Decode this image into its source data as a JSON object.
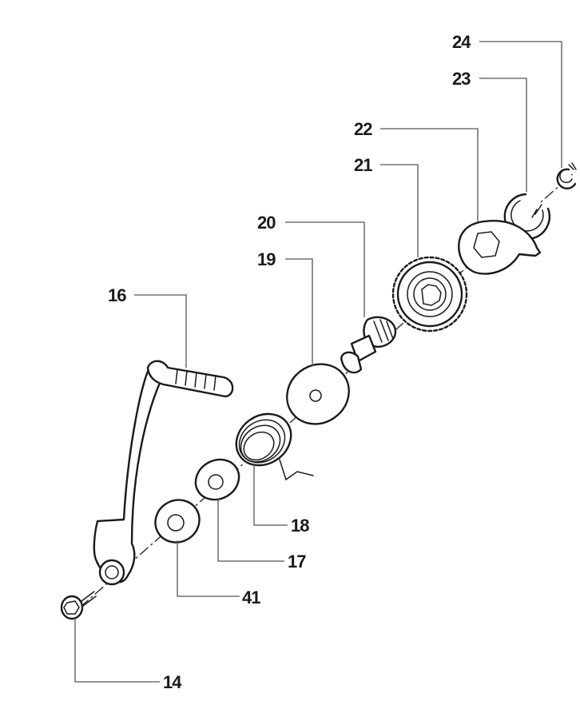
{
  "diagram": {
    "title": "Kick starter exploded view",
    "colors": {
      "ink": "#1a1a1a",
      "leader": "#555555",
      "background": "#ffffff"
    },
    "callouts": [
      {
        "id": "24",
        "label": "24",
        "part": "circlip"
      },
      {
        "id": "23",
        "label": "23",
        "part": "snap-ring"
      },
      {
        "id": "22",
        "label": "22",
        "part": "ratchet-guide-plate"
      },
      {
        "id": "21",
        "label": "21",
        "part": "kick-gear"
      },
      {
        "id": "20",
        "label": "20",
        "part": "kick-shaft"
      },
      {
        "id": "19",
        "label": "19",
        "part": "washer"
      },
      {
        "id": "16",
        "label": "16",
        "part": "kick-lever"
      },
      {
        "id": "18",
        "label": "18",
        "part": "return-spring"
      },
      {
        "id": "17",
        "label": "17",
        "part": "spring-guide"
      },
      {
        "id": "41",
        "label": "41",
        "part": "oil-seal"
      },
      {
        "id": "14",
        "label": "14",
        "part": "bolt"
      }
    ]
  }
}
